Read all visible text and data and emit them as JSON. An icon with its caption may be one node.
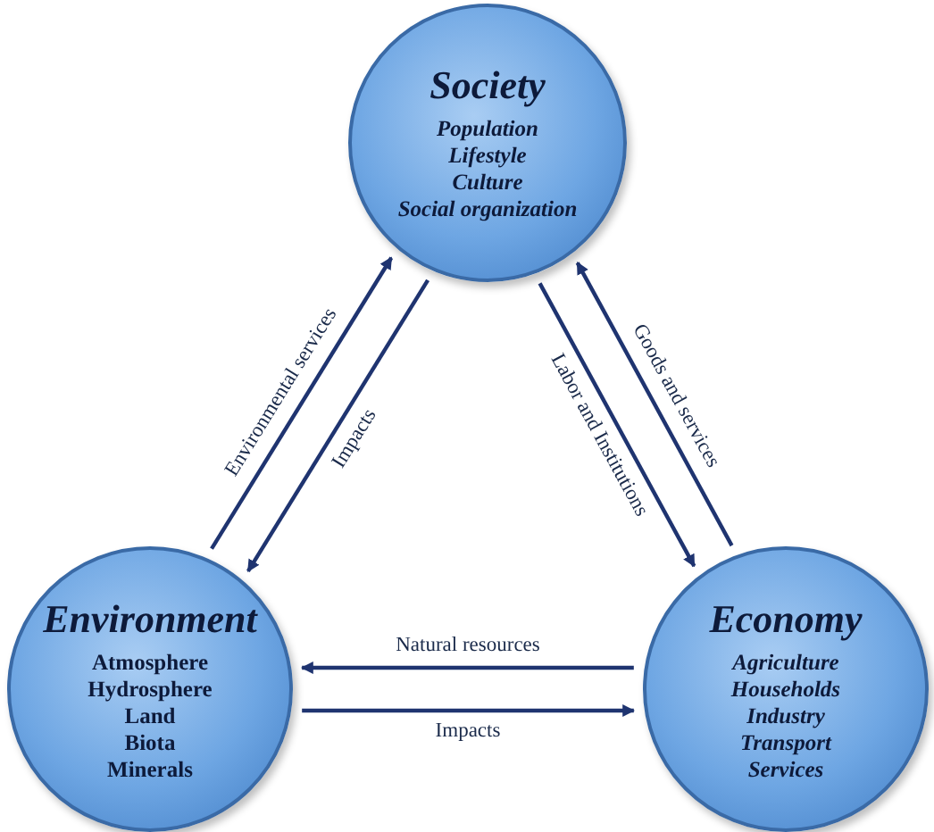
{
  "diagram": {
    "nodes": [
      {
        "text": [
          "Society",
          "Population",
          "Lifestyle",
          "Culture",
          "Social organization"
        ]
      },
      {
        "text": [
          "Environment",
          "Atmosphere",
          "Hydrosphere",
          "Land",
          "Biota",
          "Minerals"
        ]
      },
      {
        "text": [
          "Economy",
          "Agriculture",
          "Households",
          "Industry",
          "Transport",
          "Services"
        ]
      }
    ],
    "edges": [
      {
        "from": 1,
        "to": 0,
        "arrow": "to",
        "label": "Environmental services"
      },
      {
        "from": 0,
        "to": 1,
        "arrow": "to",
        "label": "Impacts"
      },
      {
        "from": 0,
        "to": 2,
        "arrow": "to",
        "label": "Labor and Institutions"
      },
      {
        "from": 2,
        "to": 0,
        "arrow": "to",
        "label": "Goods and services"
      },
      {
        "from": 2,
        "to": 1,
        "arrow": "to",
        "label": "Natural resources"
      },
      {
        "from": 1,
        "to": 2,
        "arrow": "to",
        "label": "Impacts"
      }
    ]
  }
}
